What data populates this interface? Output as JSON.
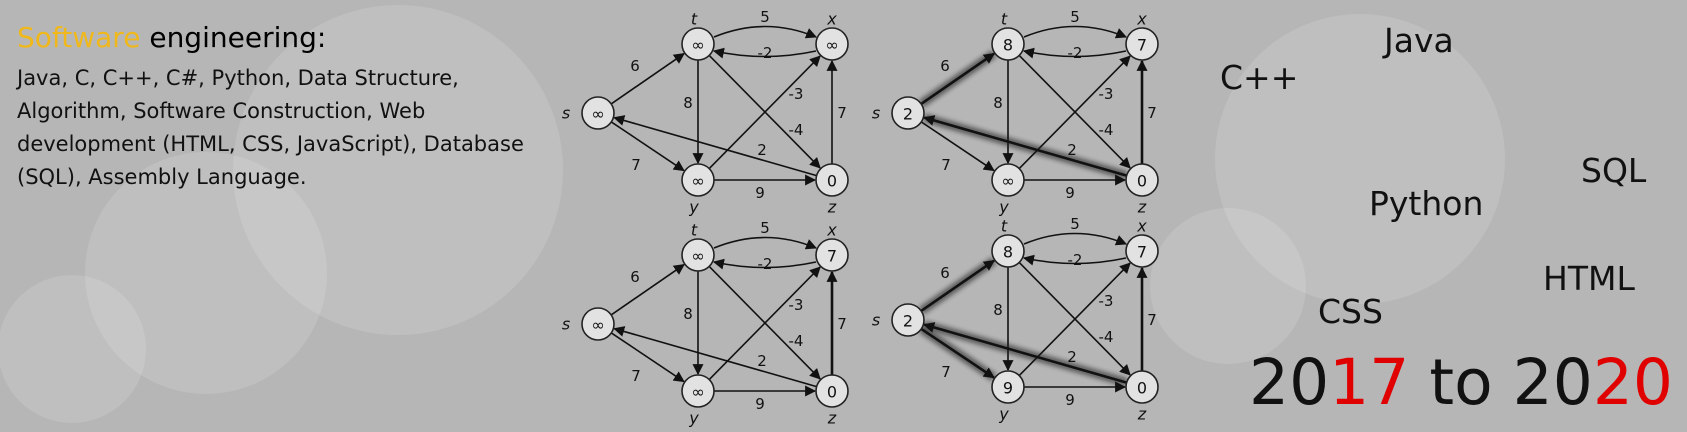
{
  "heading": {
    "highlight": "Software",
    "rest": " engineering:"
  },
  "description": "Java, C, C++, C#, Python, Data Structure, Algorithm, Software Construction, Web development (HTML, CSS, JavaScript), Database (SQL), Assembly Language.",
  "colors": {
    "background": "#b6b6b6",
    "highlight": "#f0b81a",
    "year_red": "#e00000"
  },
  "graph_labels": {
    "s": "s",
    "t": "t",
    "x": "x",
    "y": "y",
    "z": "z"
  },
  "edge_weights": {
    "s_t": "6",
    "s_y": "7",
    "t_x": "5",
    "x_t": "-2",
    "t_y": "8",
    "t_z": "-4",
    "y_x": "-3",
    "z_x": "7",
    "z_s": "2",
    "y_z": "9"
  },
  "panels": [
    {
      "dist": {
        "s": "∞",
        "t": "∞",
        "x": "∞",
        "y": "∞",
        "z": "0"
      },
      "highlight": []
    },
    {
      "dist": {
        "s": "2",
        "t": "8",
        "x": "7",
        "y": "∞",
        "z": "0"
      },
      "highlight": [
        "z_s",
        "s_t",
        "z_x"
      ]
    },
    {
      "dist": {
        "s": "∞",
        "t": "∞",
        "x": "7",
        "y": "∞",
        "z": "0"
      },
      "highlight": [
        "z_x"
      ]
    },
    {
      "dist": {
        "s": "2",
        "t": "8",
        "x": "7",
        "y": "9",
        "z": "0"
      },
      "highlight": [
        "z_s",
        "s_t",
        "s_y",
        "z_x"
      ]
    }
  ],
  "tech_words": [
    "Java",
    "C++",
    "SQL",
    "Python",
    "HTML",
    "CSS"
  ],
  "years": {
    "p1": "20",
    "p2": "17",
    "p3": " to ",
    "p4": "20",
    "p5": "20"
  }
}
